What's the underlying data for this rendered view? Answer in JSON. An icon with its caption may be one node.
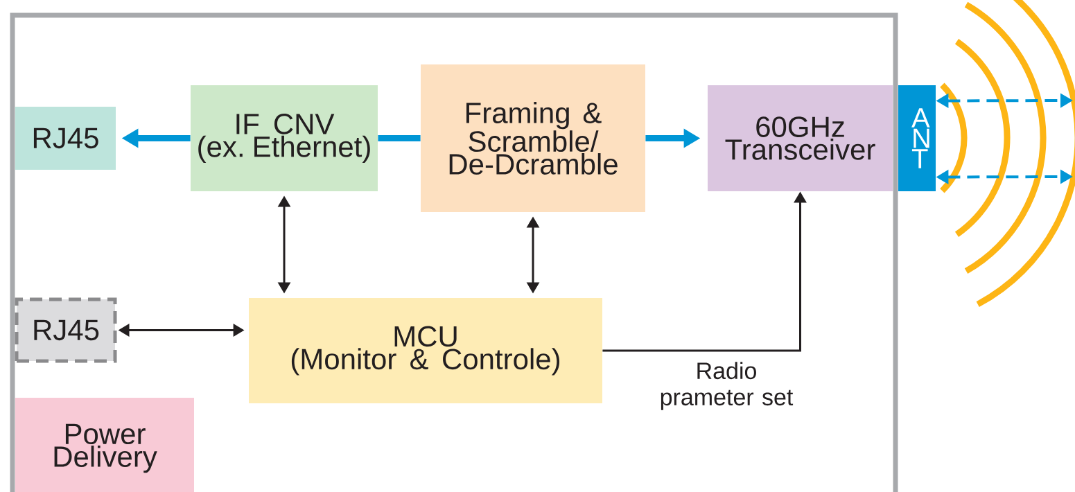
{
  "diagram": {
    "nodes": [
      {
        "text": [],
        "shape": "box"
      },
      {
        "text": [
          "RJ45"
        ],
        "in": 0
      },
      {
        "text": [
          "IF CNV",
          "(ex. Ethernet)"
        ],
        "in": 0
      },
      {
        "text": [
          "Framing & Scramble/ De-Dcramble"
        ],
        "in": 0
      },
      {
        "text": [
          "60GHz Transceiver"
        ],
        "in": 0
      },
      {
        "text": [
          "ANT"
        ]
      },
      {
        "text": [
          "RJ45"
        ],
        "in": 0
      },
      {
        "text": [
          "MCU",
          "(Monitor & Controle)"
        ],
        "in": 0
      },
      {
        "text": [
          "Power Delivery"
        ],
        "in": 0
      }
    ],
    "edges": [
      {
        "from": 2,
        "to": 1,
        "arrow": "to",
        "style": "thick"
      },
      {
        "from": 3,
        "to": 2,
        "arrow": "none",
        "style": "thick"
      },
      {
        "from": 3,
        "to": 4,
        "arrow": "to",
        "style": "thick"
      },
      {
        "from": 2,
        "to": 7,
        "arrow": "both",
        "color": "#231f20"
      },
      {
        "from": 3,
        "to": 7,
        "arrow": "both",
        "color": "#231f20"
      },
      {
        "from": 6,
        "to": 7,
        "arrow": "both",
        "color": "#231f20"
      },
      {
        "from": 7,
        "to": 4,
        "arrow": "to",
        "label": "Radio prameter set",
        "color": "#231f20"
      },
      {
        "from": 5,
        "to": null,
        "arrow": "both",
        "style": "dashed"
      },
      {
        "from": 5,
        "to": null,
        "arrow": "both",
        "style": "dashed"
      }
    ]
  }
}
